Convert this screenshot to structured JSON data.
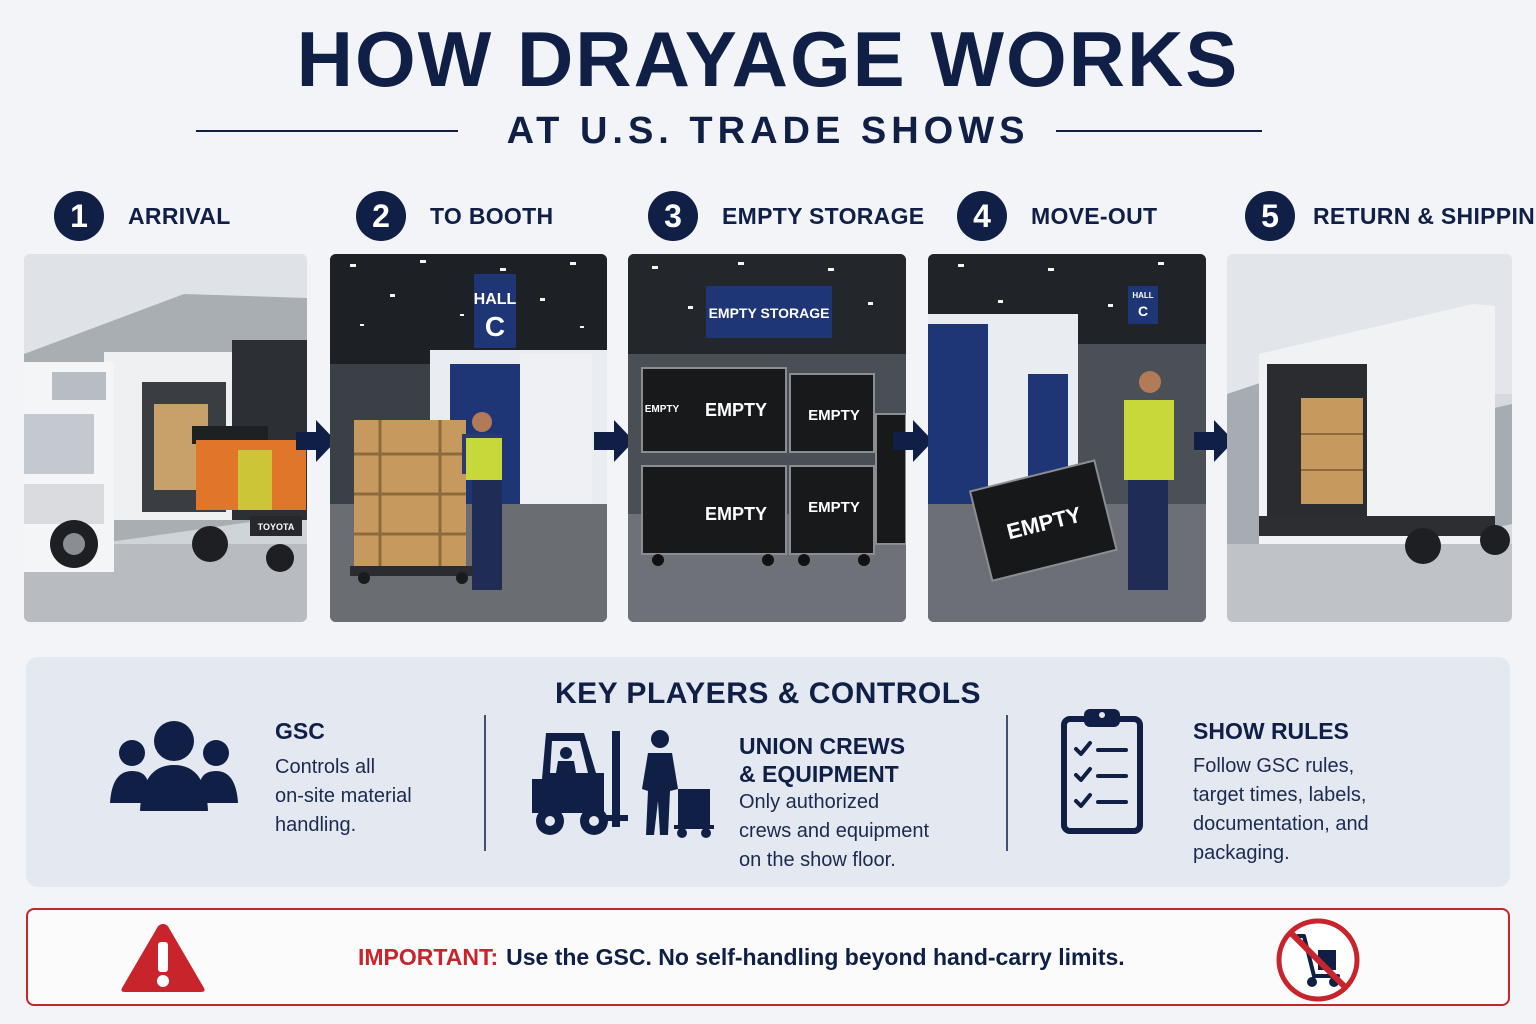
{
  "header": {
    "title": "HOW DRAYAGE WORKS",
    "subtitle": "AT U.S. TRADE SHOWS"
  },
  "steps": [
    {
      "number": "1",
      "label": "ARRIVAL",
      "photo": {
        "signs": [
          "TOYOTA"
        ]
      }
    },
    {
      "number": "2",
      "label": "TO BOOTH",
      "photo": {
        "signs": [
          "HALL",
          "C"
        ]
      }
    },
    {
      "number": "3",
      "label": "EMPTY STORAGE",
      "photo": {
        "signs": [
          "EMPTY STORAGE",
          "EMPTY",
          "EMPTY",
          "EMPTY",
          "EMPTY",
          "EMPTY"
        ]
      }
    },
    {
      "number": "4",
      "label": "MOVE-OUT",
      "photo": {
        "signs": [
          "HALL",
          "C",
          "EMPTY"
        ]
      }
    },
    {
      "number": "5",
      "label": "RETURN & SHIPPING",
      "photo": {
        "signs": []
      }
    }
  ],
  "key_players": {
    "title": "KEY PLAYERS & CONTROLS",
    "items": [
      {
        "icon": "group-people-icon",
        "heading": "GSC",
        "body": [
          "Controls all",
          "on-site material",
          "handling."
        ]
      },
      {
        "icon": "forklift-worker-icon",
        "heading": [
          "UNION CREWS",
          "& EQUIPMENT"
        ],
        "body": [
          "Only authorized",
          "crews and equipment",
          "on the show floor."
        ]
      },
      {
        "icon": "clipboard-checklist-icon",
        "heading": "SHOW RULES",
        "body": [
          "Follow GSC rules,",
          "target times, labels,",
          "documentation, and",
          "packaging."
        ]
      }
    ]
  },
  "important": {
    "label": "IMPORTANT:",
    "message": "Use the GSC. No self-handling beyond hand-carry limits.",
    "left_icon": "warning-triangle-icon",
    "right_icon": "no-hand-truck-icon"
  },
  "colors": {
    "navy": "#0f1f45",
    "red": "#c8242b",
    "panel": "#e3e8f1",
    "background": "#f3f4f7"
  }
}
